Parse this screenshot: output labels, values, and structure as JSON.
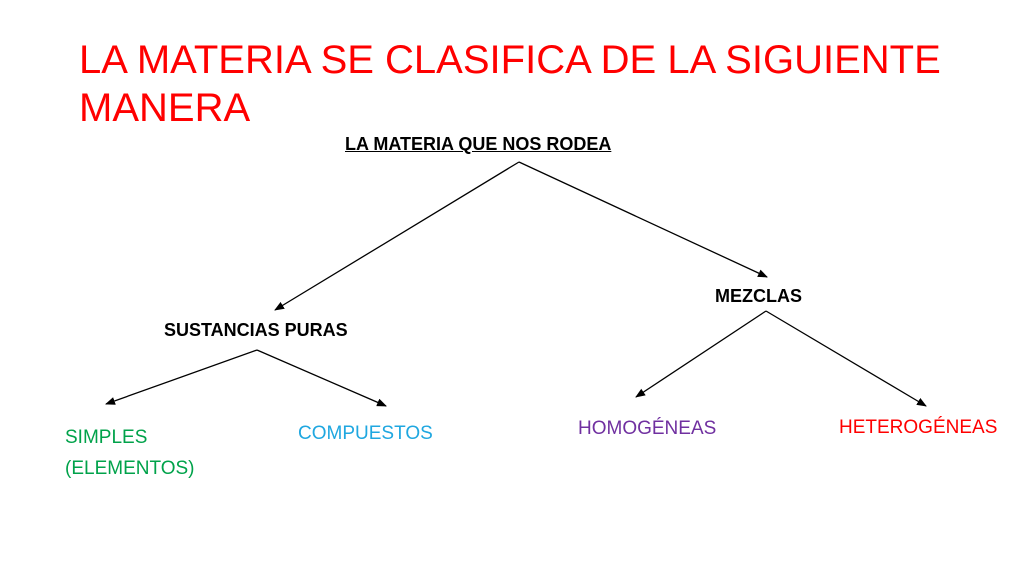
{
  "slide": {
    "title": "LA MATERIA SE CLASIFICA DE LA SIGUIENTE MANERA"
  },
  "diagram": {
    "root": "LA MATERIA QUE NOS RODEA",
    "sustancias_puras": "SUSTANCIAS PURAS",
    "mezclas": "MEZCLAS",
    "simples_line1": "SIMPLES",
    "simples_line2": "(ELEMENTOS)",
    "compuestos": "COMPUESTOS",
    "homogeneas": "HOMOGÉNEAS",
    "heterogeneas": "HETEROGÉNEAS"
  },
  "colors": {
    "title": "#ff0000",
    "simples": "#00a24a",
    "compuestos": "#1fa7e0",
    "homogeneas": "#7030a0",
    "heterogeneas": "#ff0000",
    "lines": "#000000"
  }
}
